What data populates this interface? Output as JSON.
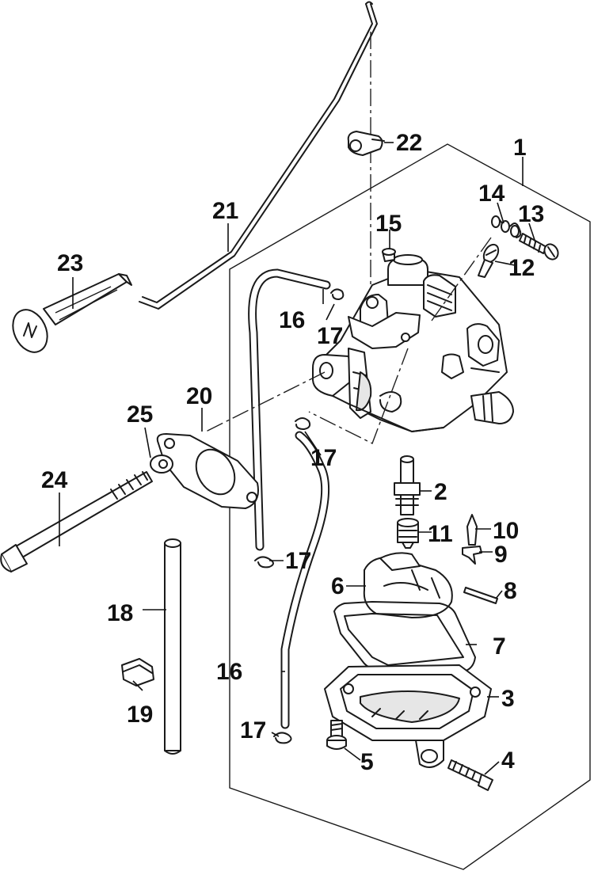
{
  "diagram": {
    "callouts": {
      "c1": "1",
      "c2": "2",
      "c3": "3",
      "c4": "4",
      "c5": "5",
      "c6": "6",
      "c7": "7",
      "c8": "8",
      "c9": "9",
      "c10": "10",
      "c11": "11",
      "c12": "12",
      "c13": "13",
      "c14": "14",
      "c15": "15",
      "c16a": "16",
      "c16b": "16",
      "c17a": "17",
      "c17b": "17",
      "c17c": "17",
      "c17d": "17",
      "c18": "18",
      "c19": "19",
      "c20": "20",
      "c21": "21",
      "c22": "22",
      "c23": "23",
      "c24": "24",
      "c25": "25"
    },
    "icons": {
      "primer_knob": "primer-knob-icon"
    }
  }
}
